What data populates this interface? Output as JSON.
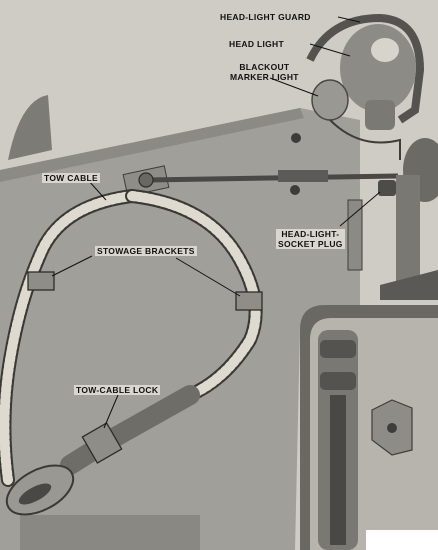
{
  "labels": {
    "headlight_guard": "HEAD-LIGHT GUARD",
    "head_light": "HEAD LIGHT",
    "blackout_line1": "BLACKOUT",
    "blackout_line2": "MARKER LIGHT",
    "tow_cable": "TOW CABLE",
    "stowage_brackets": "STOWAGE BRACKETS",
    "socket_line1": "HEAD-LIGHT-",
    "socket_line2": "SOCKET PLUG",
    "tow_cable_lock": "TOW-CABLE LOCK"
  },
  "colors": {
    "background": "#c9c6bf",
    "plate": "#9c9a94",
    "plate_dark": "#6f6d68",
    "metal": "#8a8883",
    "rope": "#d8d4ca",
    "ink": "#111111"
  }
}
